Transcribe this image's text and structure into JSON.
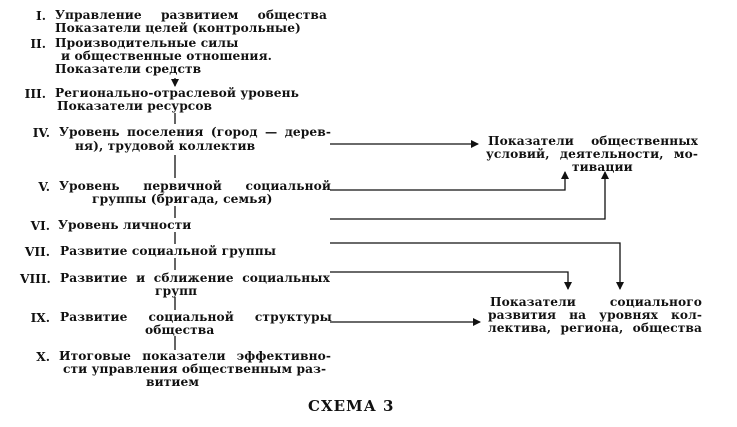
{
  "levels": [
    {
      "num": "I.",
      "lines": [
        "Управление развитием общества",
        "Показатели целей (контрольные)"
      ]
    },
    {
      "num": "II.",
      "lines": [
        "Производительные силы",
        "и общественные отношения.",
        "Показатели средств"
      ]
    },
    {
      "num": "III.",
      "lines": [
        "Регионально-отраслевой уровень",
        "Показатели ресурсов"
      ]
    },
    {
      "num": "IV.",
      "lines": [
        "Уровень поселения (город — дерев-",
        "ня), трудовой коллектив"
      ]
    },
    {
      "num": "V.",
      "lines": [
        "Уровень первичной социальной",
        "группы (бригада, семья)"
      ]
    },
    {
      "num": "VI.",
      "lines": [
        "Уровень личности"
      ]
    },
    {
      "num": "VII.",
      "lines": [
        "Развитие социальной группы"
      ]
    },
    {
      "num": "VIII.",
      "lines": [
        "Развитие и сближение социальных",
        "групп"
      ]
    },
    {
      "num": "IX.",
      "lines": [
        "Развитие социальной структуры",
        "общества"
      ]
    },
    {
      "num": "X.",
      "lines": [
        "Итоговые показатели эффективно-",
        "сти управления общественным раз-",
        "витием"
      ]
    }
  ],
  "indicators": {
    "conditions": [
      "Показатели общественных",
      "условий, деятельности, мо-",
      "тивации"
    ],
    "social_development": [
      "Показатели социального",
      "развития на уровнях кол-",
      "лектива, региона, общества"
    ]
  },
  "caption": "СХЕМА 3"
}
